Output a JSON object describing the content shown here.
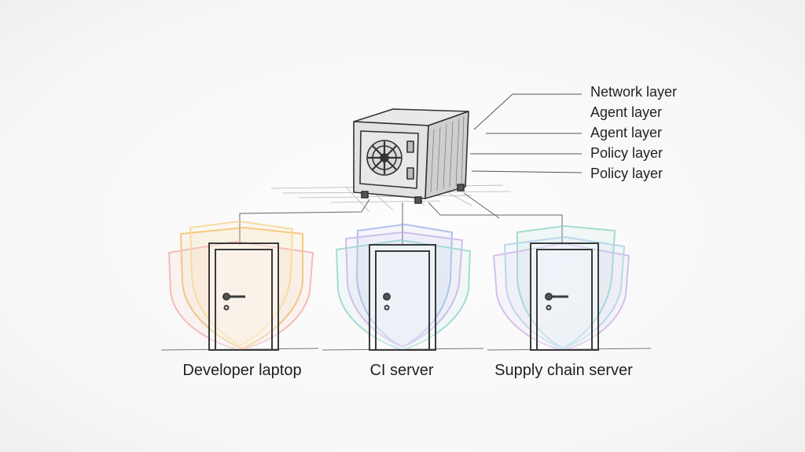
{
  "layers": [
    {
      "label": "Network layer"
    },
    {
      "label": "Agent layer"
    },
    {
      "label": "Agent layer"
    },
    {
      "label": "Policy layer"
    },
    {
      "label": "Policy layer"
    }
  ],
  "doors": [
    {
      "label": "Developer laptop",
      "shield_colors": [
        "#f2b24a",
        "#f0a3a0",
        "#f5d07a"
      ]
    },
    {
      "label": "CI server",
      "shield_colors": [
        "#8fa8e8",
        "#7fcfc6",
        "#b9a6e6"
      ]
    },
    {
      "label": "Supply chain server",
      "shield_colors": [
        "#7fcfc0",
        "#c6a6e6",
        "#9fc9e6"
      ]
    }
  ],
  "vault": {
    "icon": "vault-icon"
  },
  "colors": {
    "sketch": "#3a3a3a",
    "text": "#222222"
  }
}
